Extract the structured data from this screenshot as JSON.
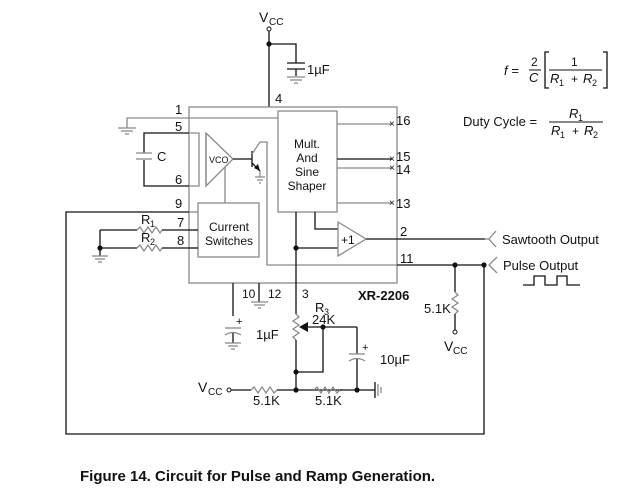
{
  "figure": {
    "caption": "Figure 14.  Circuit for Pulse and Ramp Generation.",
    "chip_name": "XR-2206"
  },
  "blocks": {
    "vco": "VCO",
    "multiplier_line1": "Mult.",
    "multiplier_line2": "And",
    "multiplier_line3": "Sine",
    "multiplier_line4": "Shaper",
    "switches_line1": "Current",
    "switches_line2": "Switches",
    "buffer": "+1"
  },
  "pins": {
    "p1": "1",
    "p2": "2",
    "p3": "3",
    "p4": "4",
    "p5": "5",
    "p6": "6",
    "p7": "7",
    "p8": "8",
    "p9": "9",
    "p10": "10",
    "p11": "11",
    "p12": "12",
    "p13": "13",
    "p14": "14",
    "p15": "15",
    "p16": "16"
  },
  "components": {
    "vcc_top": "V",
    "vcc_sub": "CC",
    "cap_top": "1µF",
    "cap_timing": "C",
    "r1": "R",
    "r1_sub": "1",
    "r2": "R",
    "r2_sub": "2",
    "cap_pin10": "1µF",
    "r3": "R",
    "r3_sub": "3",
    "r3_value": "24K",
    "cap_10uf": "10µF",
    "res_bottom_left": "5.1K",
    "res_bottom_right": "5.1K",
    "res_pullup": "5.1K",
    "plus": "+"
  },
  "outputs": {
    "sawtooth": "Sawtooth Output",
    "pulse": "Pulse Output"
  },
  "formulas": {
    "freq_lhs": "f =",
    "freq_num": "2",
    "freq_den": "C",
    "freq_inner_num": "1",
    "r": "R",
    "sub1": "1",
    "sub2": "2",
    "plus": "+",
    "duty_lhs": "Duty Cycle ="
  }
}
